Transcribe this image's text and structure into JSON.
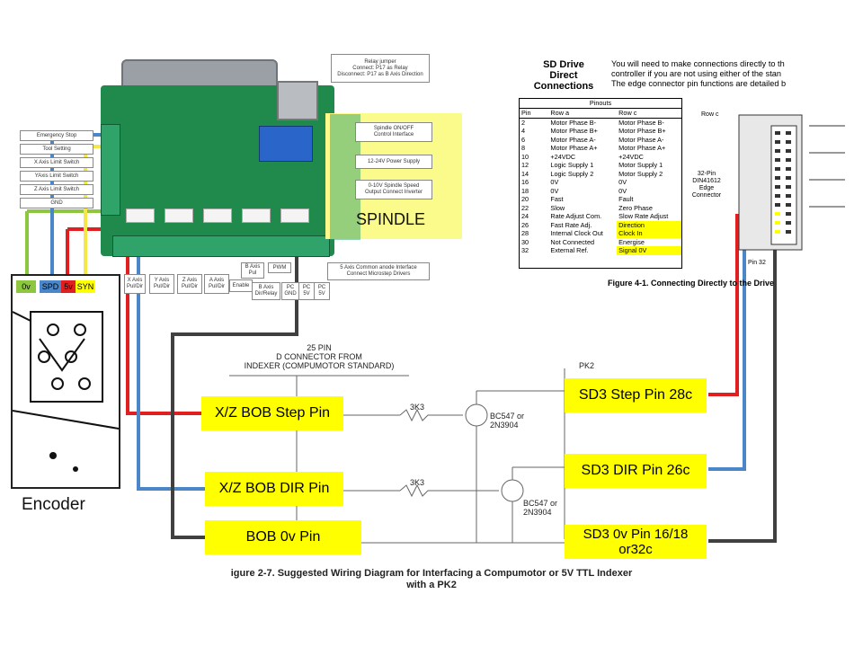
{
  "board": {
    "relay_note": "Relay jumper\nConnect: P17 as Relay\nDisconnect: P17 as B Axis Direction",
    "left_labels": [
      "Emergency Stop",
      "Tool Setting",
      "X Axis Limit Switch",
      "YAxis Limit Switch",
      "Z Axis Limit Switch",
      "GND"
    ],
    "right_labels": [
      "Spindle ON/OFF\nControl Interface",
      "12-24V Power Supply",
      "0-10V Spindle Speed\nOutput Connect Inverter"
    ],
    "bottom_labels": [
      "X Axis\nPul/Dir",
      "Y Axis\nPul/Dir",
      "Z Axis\nPul/Dir",
      "A Axis\nPul/Dir",
      "Enable",
      "B Axis\nPul",
      "PWM",
      "5 Axis Common anode Interface\nConnect Microstep Drivers",
      "B Axis\nDir/Relay",
      "PC\nGND",
      "PC\n5V",
      "PC\n5V"
    ],
    "spindle_label": "SPINDLE"
  },
  "encoder": {
    "title": "Encoder",
    "pins": [
      "0v",
      "SPD",
      "5v",
      "SYN"
    ]
  },
  "pk2": {
    "header": "25 PIN\nD CONNECTOR FROM\nINDEXER (COMPUMOTOR STANDARD)",
    "pk2_label": "PK2",
    "resistor1": "3K3",
    "resistor2": "3K3",
    "transistor1": "BC547 or\n2N3904",
    "transistor2": "BC547 or\n2N3904",
    "caption": "igure 2-7.  Suggested Wiring Diagram for Interfacing a Compumotor or 5V TTL Indexer\nwith a PK2"
  },
  "labels": {
    "xz_step": "X/Z BOB Step Pin",
    "xz_dir": "X/Z BOB DIR Pin",
    "bob_0v": "BOB 0v Pin",
    "sd3_step": "SD3 Step Pin 28c",
    "sd3_dir": "SD3 DIR Pin 26c",
    "sd3_0v": "SD3 0v Pin 16/18\nor32c"
  },
  "sd_drive": {
    "title": "SD Drive\nDirect\nConnections",
    "intro": "You will need to make connections directly to th\ncontroller if you are not using either of the stan\nThe edge connector pin functions are detailed b",
    "table_title": "Pinouts",
    "headers": [
      "Pin",
      "Row a",
      "Row c"
    ],
    "rows": [
      [
        "2",
        "Motor Phase B-",
        "Motor Phase B-"
      ],
      [
        "4",
        "Motor Phase B+",
        "Motor Phase B+"
      ],
      [
        "6",
        "Motor Phase A-",
        "Motor Phase A-"
      ],
      [
        "8",
        "Motor Phase A+",
        "Motor Phase A+"
      ],
      [
        "10",
        "+24VDC",
        "+24VDC"
      ],
      [
        "12",
        "Logic Supply 1",
        "Motor Supply 1"
      ],
      [
        "14",
        "Logic Supply 2",
        "Motor Supply 2"
      ],
      [
        "16",
        "0V",
        "0V"
      ],
      [
        "18",
        "0V",
        "0V"
      ],
      [
        "20",
        "Fast",
        "Fault"
      ],
      [
        "22",
        "Slow",
        "Zero Phase"
      ],
      [
        "24",
        "Rate Adjust Com.",
        "Slow Rate Adjust"
      ],
      [
        "26",
        "Fast Rate Adj.",
        "Direction"
      ],
      [
        "28",
        "Internal Clock Out",
        "Clock In"
      ],
      [
        "30",
        "Not Connected",
        "Energise"
      ],
      [
        "32",
        "External Ref.",
        "Signal 0V"
      ]
    ],
    "highlight_rows": [
      12,
      13,
      15
    ],
    "figure_caption": "Figure 4-1.  Connecting Directly to the Drive",
    "connector_label": "32-Pin\nDIN41612\nEdge\nConnector",
    "row_c_label": "Row c",
    "pin32_label": "Pin 32"
  },
  "colors": {
    "red": "#e02020",
    "blue": "#4a86c8",
    "dark": "#404040",
    "green": "#8dc63f",
    "yellow_wire": "#f5e64a",
    "label_yellow": "#ffff00"
  }
}
